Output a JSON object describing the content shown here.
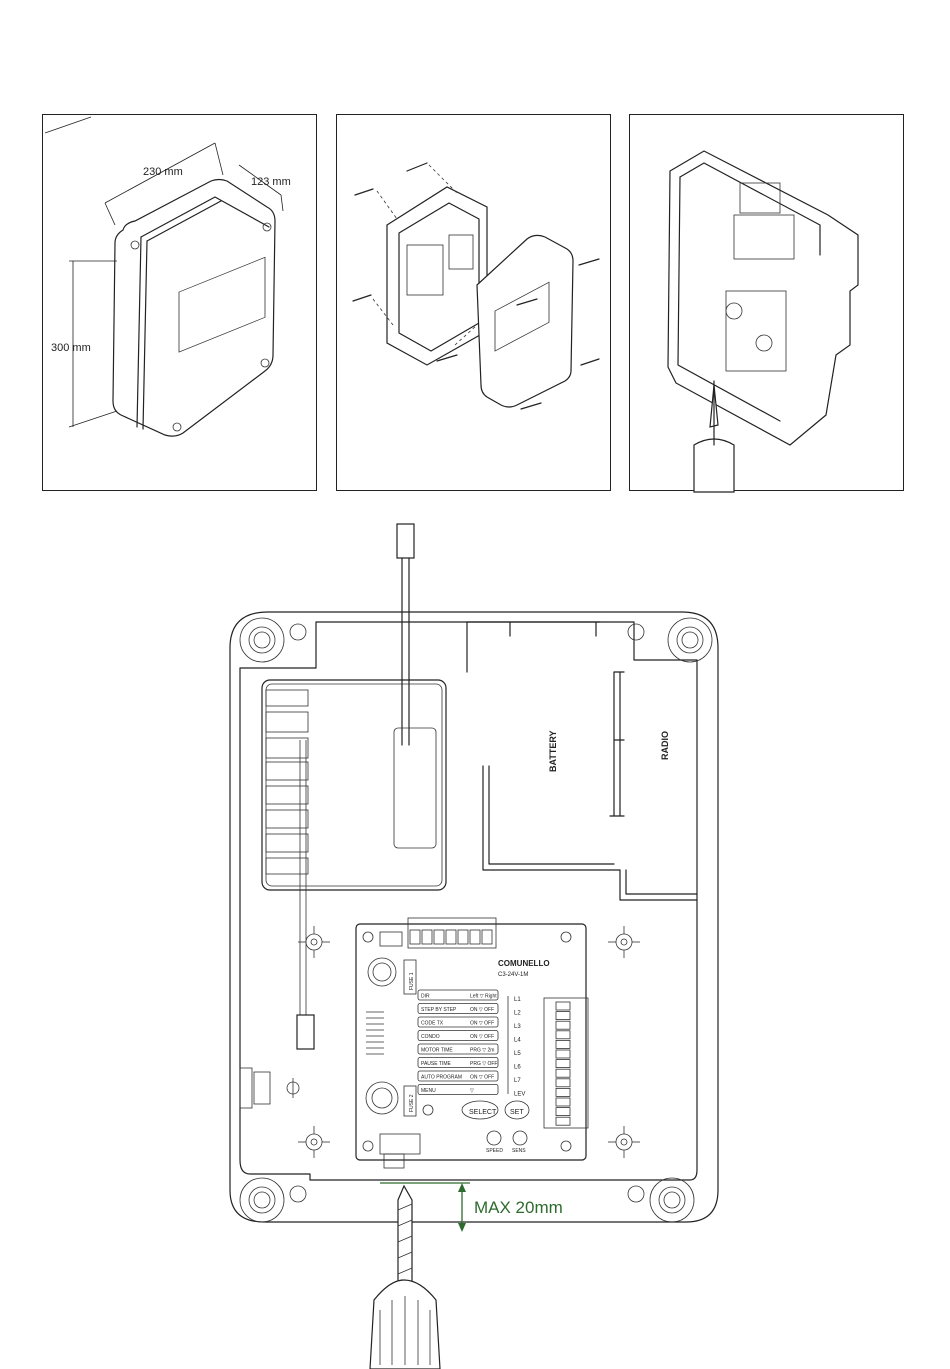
{
  "panels": {
    "dimensions": {
      "width": "230 mm",
      "depth": "123 mm",
      "height": "300 mm"
    }
  },
  "board": {
    "compartments": {
      "battery": "BATTERY",
      "radio": "RADIO"
    },
    "brand": "COMUNELLO",
    "model": "C3-24V-1M",
    "menu": [
      {
        "label": "DIR",
        "value": "Left ▽ Right"
      },
      {
        "label": "STEP BY STEP",
        "value": "ON ▽ OFF"
      },
      {
        "label": "CODE TX",
        "value": "ON ▽ OFF"
      },
      {
        "label": "CONDO",
        "value": "ON ▽ OFF"
      },
      {
        "label": "MOTOR TIME",
        "value": "PRG ▽ 2m"
      },
      {
        "label": "PAUSE TIME",
        "value": "PRG ▽ OFF"
      },
      {
        "label": "AUTO PROGRAM",
        "value": "ON ▽ OFF"
      },
      {
        "label": "MENU",
        "value": "▽"
      }
    ],
    "leds": [
      "L1",
      "L2",
      "L3",
      "L4",
      "L5",
      "L6",
      "L7",
      "LEV"
    ],
    "buttons": {
      "select": "SELECT",
      "set": "SET"
    },
    "fuses": {
      "fuse1": "FUSE 1",
      "fuse2": "FUSE 2"
    },
    "trimmers": {
      "speed": "SPEED",
      "sens": "SENS"
    }
  },
  "drill_note": "MAX 20mm"
}
